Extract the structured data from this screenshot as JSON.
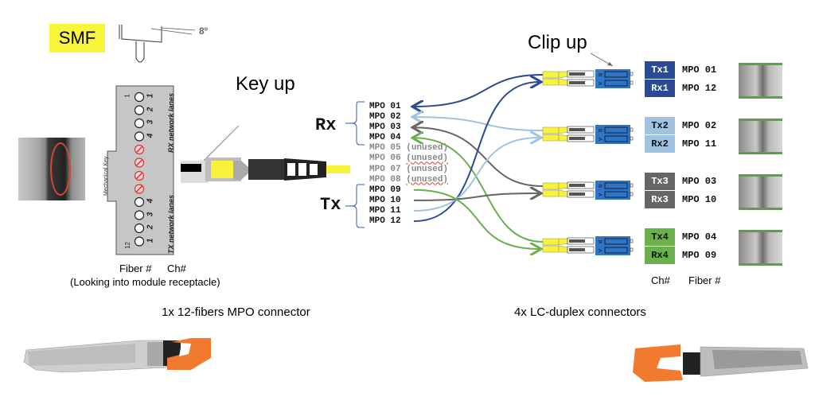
{
  "header": {
    "fiber_type": "SMF",
    "angle_label": "8º"
  },
  "left": {
    "key_up_label": "Key up",
    "mechanical_key_label": "Mechanical Key",
    "rx_lanes_label": "RX network lanes",
    "tx_lanes_label": "TX network lanes",
    "fiber_col_label": "Fiber #",
    "ch_col_label": "Ch#",
    "looking_note": "(Looking into module receptacle)",
    "fiber_top": "1",
    "fiber_bottom": "12",
    "rx_channels": [
      "1",
      "2",
      "3",
      "4"
    ],
    "tx_channels": [
      "4",
      "3",
      "2",
      "1"
    ],
    "caption": "1x 12-fibers MPO connector"
  },
  "mapping": {
    "rx_label": "Rx",
    "tx_label": "Tx",
    "fibers": [
      {
        "name": "MPO 01",
        "note": "",
        "used": true
      },
      {
        "name": "MPO 02",
        "note": "",
        "used": true
      },
      {
        "name": "MPO 03",
        "note": "",
        "used": true
      },
      {
        "name": "MPO 04",
        "note": "",
        "used": true
      },
      {
        "name": "MPO 05",
        "note": "(unused)",
        "used": false
      },
      {
        "name": "MPO 06",
        "note": "(unused)",
        "used": false
      },
      {
        "name": "MPO 07",
        "note": "(unused)",
        "used": false
      },
      {
        "name": "MPO 08",
        "note": "(unused)",
        "used": false
      },
      {
        "name": "MPO 09",
        "note": "",
        "used": true
      },
      {
        "name": "MPO 10",
        "note": "",
        "used": true
      },
      {
        "name": "MPO 11",
        "note": "",
        "used": true
      },
      {
        "name": "MPO 12",
        "note": "",
        "used": true
      }
    ]
  },
  "right": {
    "clip_up_label": "Clip up",
    "lc_labels": [
      "B",
      "A"
    ],
    "channels": [
      {
        "tx": "Tx1",
        "rx": "Rx1",
        "tx_fiber": "MPO 01",
        "rx_fiber": "MPO 12",
        "color": "#2b4a94",
        "text_color": "#ffffff"
      },
      {
        "tx": "Tx2",
        "rx": "Rx2",
        "tx_fiber": "MPO 02",
        "rx_fiber": "MPO 11",
        "color": "#9fc3e0",
        "text_color": "#111111"
      },
      {
        "tx": "Tx3",
        "rx": "Rx3",
        "tx_fiber": "MPO 03",
        "rx_fiber": "MPO 10",
        "color": "#666666",
        "text_color": "#ffffff"
      },
      {
        "tx": "Tx4",
        "rx": "Rx4",
        "tx_fiber": "MPO 04",
        "rx_fiber": "MPO 09",
        "color": "#6ab04c",
        "text_color": "#111111"
      }
    ],
    "ch_col_label": "Ch#",
    "fiber_col_label": "Fiber #",
    "caption": "4x LC-duplex connectors"
  },
  "colors": {
    "ch1": "#2b4a94",
    "ch2": "#9fc3e0",
    "ch3": "#666666",
    "ch4": "#6ab04c",
    "connector_yellow": "#f7f33c",
    "lc_blue": "#2f74c6",
    "pull_tab_orange": "#f27a2e",
    "blocked_red": "#d33"
  }
}
